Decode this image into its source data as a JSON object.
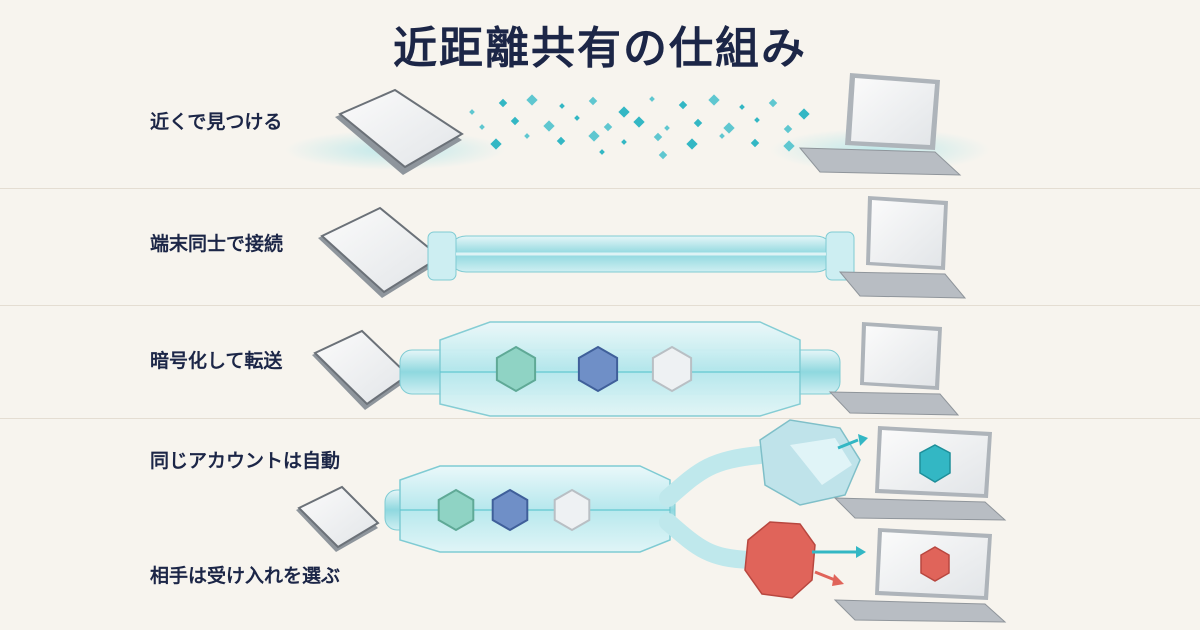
{
  "title": "近距離共有の仕組み",
  "steps": [
    {
      "label": "近くで見つける"
    },
    {
      "label": "端末同士で接続"
    },
    {
      "label": "暗号化して転送"
    },
    {
      "label": "同じアカウントは自動"
    },
    {
      "label": "相手は受け入れを選ぶ"
    }
  ],
  "colors": {
    "title": "#1c2647",
    "teal": "#33b7c4",
    "gem_green": "#8fd3c4",
    "gem_blue": "#6f8fc7",
    "gem_white": "#eef1f3",
    "gem_red": "#e0645a",
    "device": "#d9dde2"
  },
  "icons": [
    "tablet-icon",
    "laptop-icon",
    "particle-icon",
    "pipe-icon",
    "gem-icon",
    "arrow-icon"
  ]
}
